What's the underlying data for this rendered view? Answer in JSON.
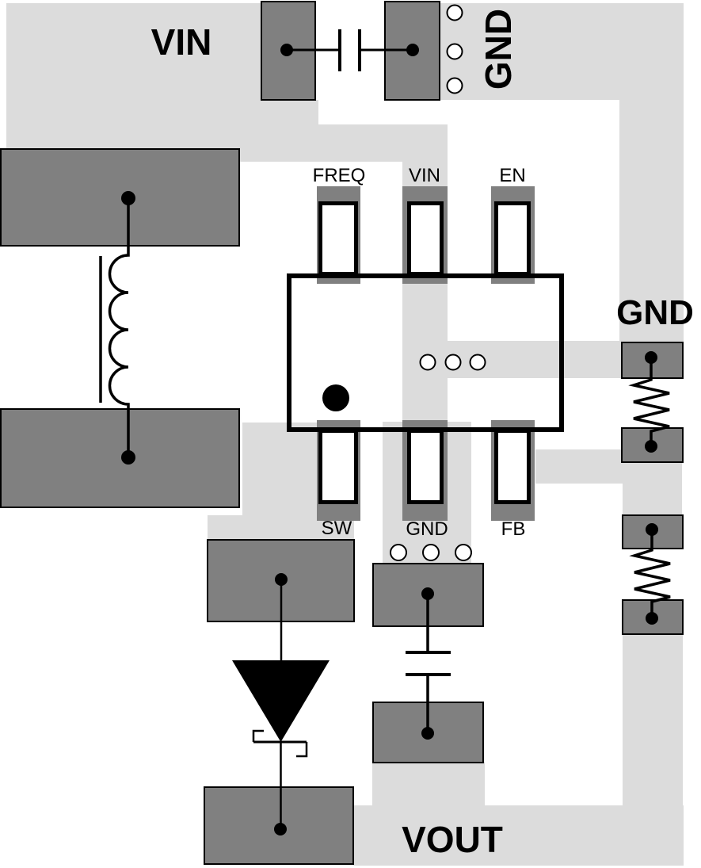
{
  "colors": {
    "background": "#ffffff",
    "copper_pour": "#dcdcdc",
    "pad": "#808080",
    "outline": "#000000"
  },
  "labels": {
    "vin_input": "VIN",
    "gnd_input": "GND",
    "gnd_mid": "GND",
    "vout_output": "VOUT"
  },
  "ic": {
    "top_pins": [
      "FREQ",
      "VIN",
      "EN"
    ],
    "bottom_pins": [
      "SW",
      "GND",
      "FB"
    ]
  }
}
